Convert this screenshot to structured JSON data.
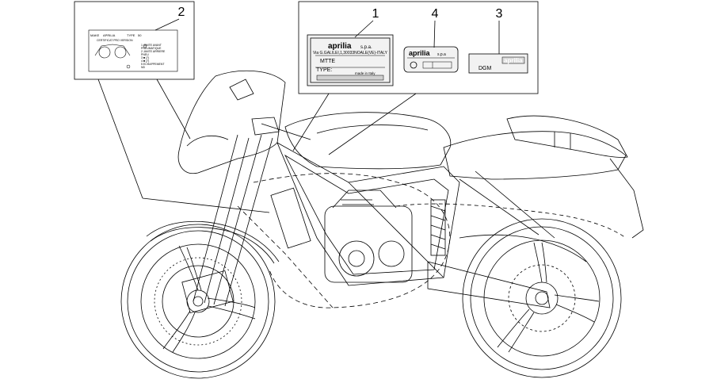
{
  "callouts": {
    "c1": "1",
    "c2": "2",
    "c3": "3",
    "c4": "4"
  },
  "plate1": {
    "brand": "aprilia",
    "company_suffix": "s.p.a.",
    "address": "Via G.GALILEI,1,30033NOALE(VE)-ITALY",
    "model": "MTTE",
    "type_label": "TYPE:",
    "origin": "made in Italy"
  },
  "plate4": {
    "brand": "aprilia",
    "company_suffix": "s.p.a"
  },
  "plate3": {
    "brand": "aprilia",
    "code": "DGM"
  },
  "label2": {
    "make_label": "MAKE",
    "make_value": "APRILIA",
    "type_label": "TYPE",
    "type_value": "50",
    "row2": "CERTIFICAT  PRO  VERSION",
    "legend": [
      "1 JANTE AVANT",
      "  PNEUMATIQUE",
      "2 JANTE ARRIERE",
      "  PNEU",
      "3 ■ (7)",
      "4 ■ (7)",
      "5 ECHAPPEMENT",
      "  ND"
    ]
  },
  "colors": {
    "line": "#000000",
    "thin_line": "#333333",
    "plate_fill": "#f2f2f2",
    "bar_fill": "#cfcfcf"
  }
}
